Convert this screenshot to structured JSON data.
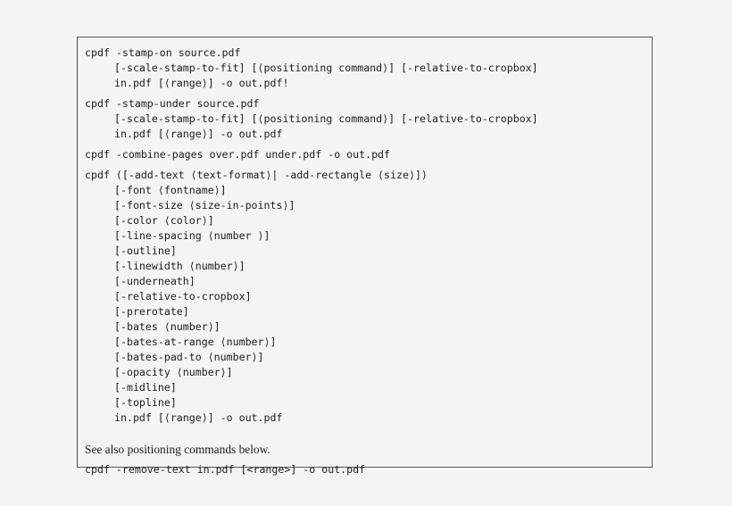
{
  "page": {
    "background_color": "#f4f4f4",
    "text_color": "#1c1c1c"
  },
  "usage_box": {
    "border_color": "#555555",
    "blocks": [
      {
        "id": "stamp-on",
        "gap": "normal",
        "lines": [
          {
            "indent": false,
            "text": "cpdf -stamp-on source.pdf"
          },
          {
            "indent": true,
            "text": "[-scale-stamp-to-fit] [⟨positioning command⟩] [-relative-to-cropbox]"
          },
          {
            "indent": true,
            "text": "in.pdf [⟨range⟩] -o out.pdf!"
          }
        ]
      },
      {
        "id": "stamp-under",
        "gap": "normal",
        "lines": [
          {
            "indent": false,
            "text": "cpdf -stamp-under source.pdf"
          },
          {
            "indent": true,
            "text": "[-scale-stamp-to-fit] [⟨positioning command⟩] [-relative-to-cropbox]"
          },
          {
            "indent": true,
            "text": "in.pdf [⟨range⟩] -o out.pdf"
          }
        ]
      },
      {
        "id": "combine-pages",
        "gap": "normal",
        "lines": [
          {
            "indent": false,
            "text": "cpdf -combine-pages over.pdf under.pdf -o out.pdf"
          }
        ]
      },
      {
        "id": "add-text",
        "gap": "normal",
        "lines": [
          {
            "indent": false,
            "text": "cpdf ([-add-text ⟨text-format⟩| -add-rectangle ⟨size⟩])"
          },
          {
            "indent": true,
            "text": "[-font ⟨fontname⟩]"
          },
          {
            "indent": true,
            "text": "[-font-size ⟨size-in-points⟩]"
          },
          {
            "indent": true,
            "text": "[-color ⟨color⟩]"
          },
          {
            "indent": true,
            "text": "[-line-spacing ⟨number ⟩]"
          },
          {
            "indent": true,
            "text": "[-outline]"
          },
          {
            "indent": true,
            "text": "[-linewidth ⟨number⟩]"
          },
          {
            "indent": true,
            "text": "[-underneath]"
          },
          {
            "indent": true,
            "text": "[-relative-to-cropbox]"
          },
          {
            "indent": true,
            "text": "[-prerotate]"
          },
          {
            "indent": true,
            "text": "[-bates ⟨number⟩]"
          },
          {
            "indent": true,
            "text": "[-bates-at-range ⟨number⟩]"
          },
          {
            "indent": true,
            "text": "[-bates-pad-to ⟨number⟩]"
          },
          {
            "indent": true,
            "text": "[-opacity ⟨number⟩]"
          },
          {
            "indent": true,
            "text": "[-midline]"
          },
          {
            "indent": true,
            "text": "[-topline]"
          },
          {
            "indent": true,
            "text": "in.pdf [⟨range⟩] -o out.pdf"
          }
        ]
      }
    ],
    "note": "See also positioning commands below.",
    "final_command": "cpdf -remove-text in.pdf [<range>] -o out.pdf"
  }
}
